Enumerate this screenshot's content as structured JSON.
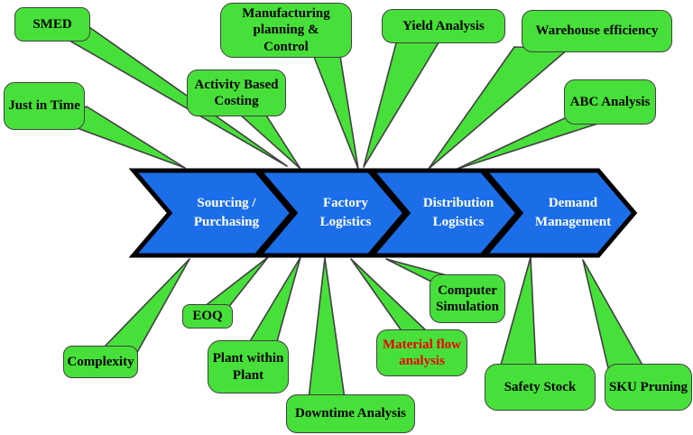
{
  "colors": {
    "callout_fill": "#47e03a",
    "callout_border": "#404040",
    "callout_text": "#000000",
    "highlight_text": "#ee0000",
    "arrow_fill": "#1b6ee8",
    "arrow_border": "#000000",
    "arrow_text": "#ffffff"
  },
  "arrows": {
    "sourcing": "Sourcing /\nPurchasing",
    "factory": "Factory\nLogistics",
    "distribution": "Distribution\nLogistics",
    "demand": "Demand\nManagement"
  },
  "callouts": {
    "smed": "SMED",
    "jit": "Just in Time",
    "abcosting": "Activity Based\nCosting",
    "mpc": "Manufacturing\nplanning &\nControl",
    "yield": "Yield Analysis",
    "warehouse": "Warehouse efficiency",
    "abcanalysis": "ABC Analysis",
    "complexity": "Complexity",
    "eoq": "EOQ",
    "pwp": "Plant within\nPlant",
    "downtime": "Downtime Analysis",
    "material": "Material flow\nanalysis",
    "compsim": "Computer\nSimulation",
    "safety": "Safety Stock",
    "sku": "SKU Pruning"
  }
}
